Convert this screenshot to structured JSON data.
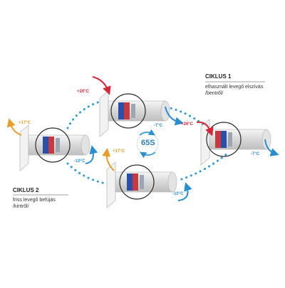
{
  "cycle1": {
    "title": "CIKLUS 1",
    "line1": "elhasznált levegő elszívás",
    "line2": "/bentről/"
  },
  "cycle2": {
    "title": "CIKLUS 2",
    "line1": "friss levegő befújás",
    "line2": "/kintről/"
  },
  "timer": "65S",
  "temps": {
    "unit_top_in": "+20°C",
    "unit_top_out": "-7°C",
    "unit_right_in": "+20°C",
    "unit_right_out": "-7°C",
    "unit_left_out": "+17°C",
    "unit_left_in": "-10°C",
    "unit_bottom_out": "+17°C",
    "unit_bottom_in": "-10°C"
  },
  "colors": {
    "hot": "#d72638",
    "warm": "#e89d2b",
    "cold": "#2a8fd0",
    "dots": "#2d9ad6"
  }
}
